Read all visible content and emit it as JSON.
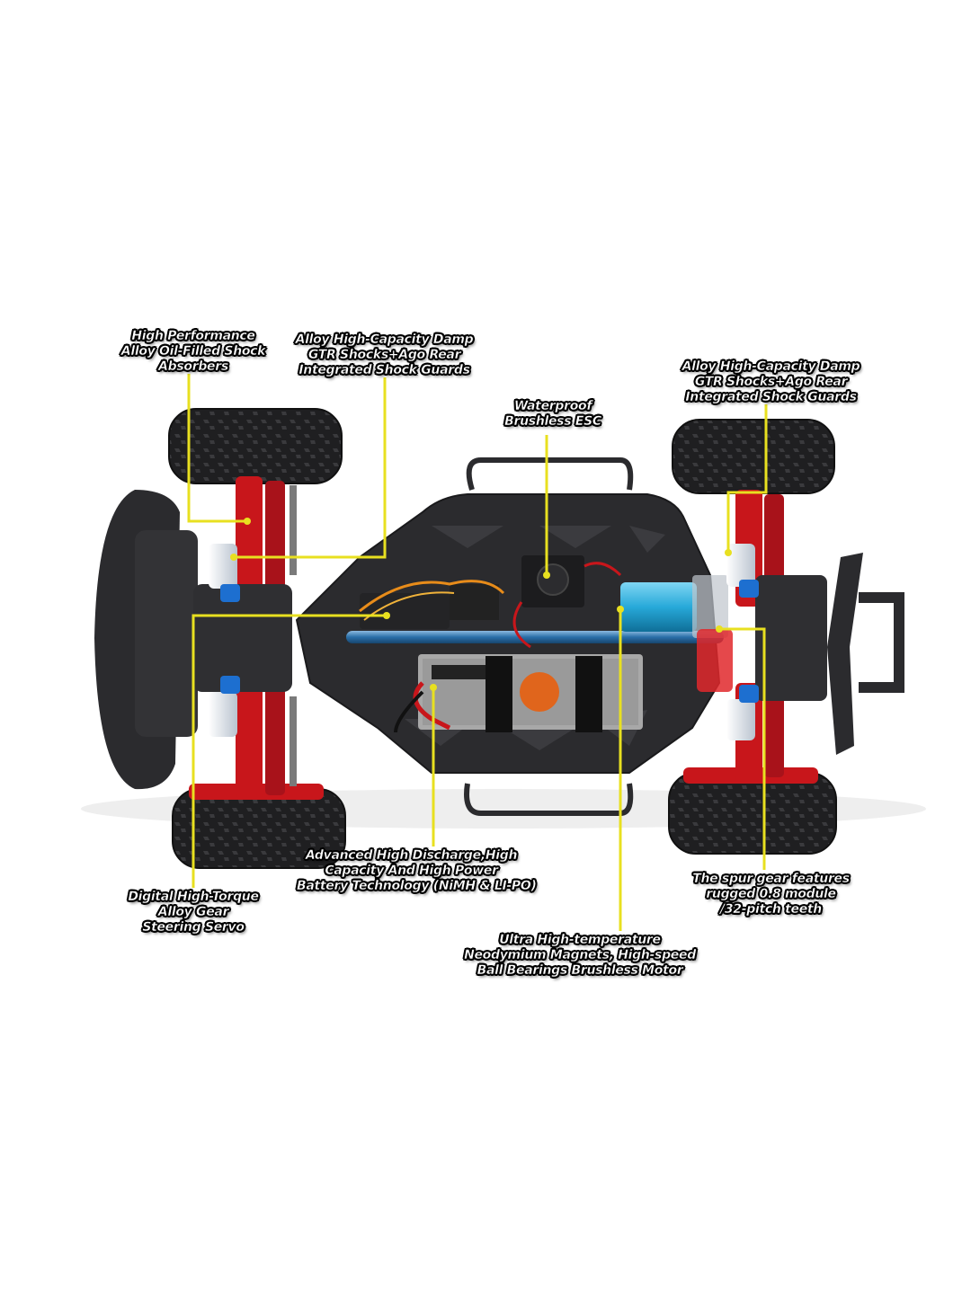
{
  "callouts": {
    "shock_absorbers": [
      "High Performance",
      "Alloy Oil-Filled Shock",
      "Absorbers"
    ],
    "front_shocks": [
      "Alloy High-Capacity Damp",
      "GTR Shocks+Ago Rear",
      "Integrated Shock Guards"
    ],
    "esc": [
      "Waterproof",
      "Brushless ESC"
    ],
    "rear_shocks": [
      "Alloy High-Capacity Damp",
      "GTR Shocks+Ago Rear",
      "Integrated Shock Guards"
    ],
    "servo": [
      "Digital High-Torque",
      "Alloy Gear",
      "Steering Servo"
    ],
    "battery": [
      "Advanced High Discharge,High",
      "Capacity And High Power",
      "Battery Technology (NiMH & LI-PO)"
    ],
    "spur_gear": [
      "The spur gear features",
      "rugged 0.8 module",
      "/32-pitch teeth"
    ],
    "motor": [
      "Ultra High-temperature",
      "Neodymium Magnets, High-speed",
      "Ball Bearings Brushless Motor"
    ]
  },
  "colors": {
    "background": "#ffffff",
    "leader_line": "#e8e020",
    "chassis": "#2b2b2e",
    "tire": "#1f1f21",
    "suspension": "#c8161b",
    "shock_body": "#dfe6ef",
    "shock_cap": "#1d6fd0",
    "motor": "#27a9d9",
    "driveshaft": "#2a6fa8",
    "battery": "#a8a8a8",
    "label_text": "#ffffff",
    "label_outline": "#000000"
  },
  "icons": {
    "battery_logo": "tiger-logo",
    "battery_brand": "battery-brand-lettering"
  }
}
